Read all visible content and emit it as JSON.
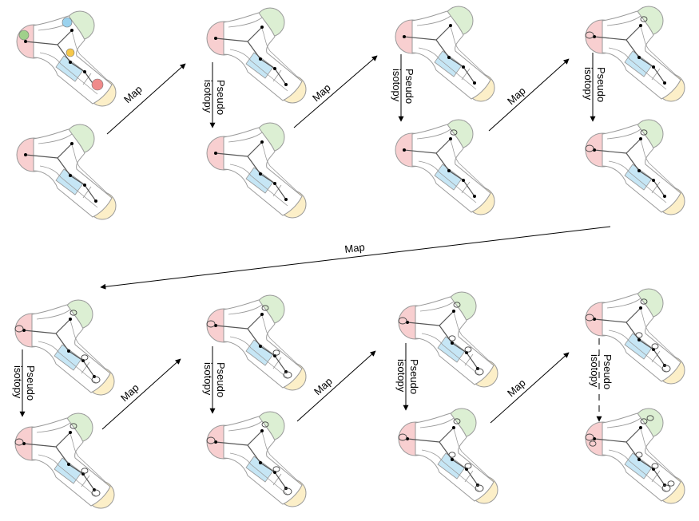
{
  "labels": {
    "map": "Map",
    "pseudo": "Pseudo",
    "isotopy": "isotopy"
  },
  "colors": {
    "pink": "#f8cfd0",
    "green": "#dcefd3",
    "blue": "#c6e6f5",
    "yellow": "#fcefc8",
    "outline": "#9a9a9a",
    "graph": "#555555",
    "dot": "#000000",
    "arrow": "#000000"
  },
  "panels": [
    {
      "id": "r1c1-top",
      "style": "initial"
    },
    {
      "id": "r1c1-bottom",
      "style": "plain"
    },
    {
      "id": "r1c2-top",
      "style": "plain"
    },
    {
      "id": "r1c2-bottom",
      "style": "plain"
    },
    {
      "id": "r1c3-top",
      "style": "plain"
    },
    {
      "id": "r1c3-bottom",
      "style": "loops1"
    },
    {
      "id": "r1c4-top",
      "style": "loops1"
    },
    {
      "id": "r1c4-bottom",
      "style": "loops1"
    },
    {
      "id": "r2c1-top",
      "style": "loops2"
    },
    {
      "id": "r2c1-bottom",
      "style": "loops2"
    },
    {
      "id": "r2c2-top",
      "style": "loops2"
    },
    {
      "id": "r2c2-bottom",
      "style": "loops2"
    },
    {
      "id": "r2c3-top",
      "style": "loops3"
    },
    {
      "id": "r2c3-bottom",
      "style": "loops3"
    },
    {
      "id": "r2c4-top",
      "style": "loops3"
    },
    {
      "id": "r2c4-bottom",
      "style": "loops4"
    }
  ]
}
